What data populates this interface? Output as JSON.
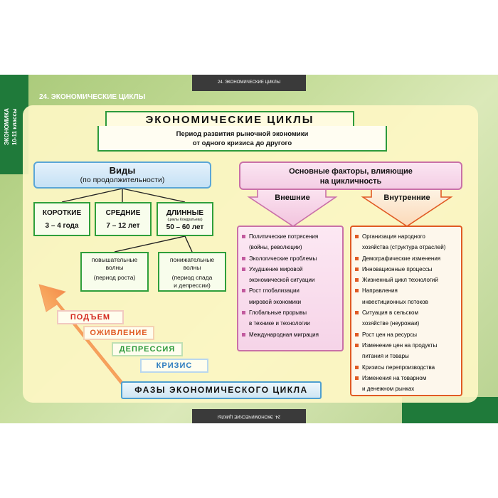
{
  "poster": {
    "spine_line1": "ЭКОНОМИКА",
    "spine_line2": "10-11 классы",
    "header_strip": "24. ЭКОНОМИЧЕСКИЕ ЦИКЛЫ",
    "poster_label": "24. ЭКОНОМИЧЕСКИЕ ЦИКЛЫ",
    "footer_strip": "24. ЭКОНОМИЧЕСКИЕ ЦИКЛЫ"
  },
  "main": {
    "title": "ЭКОНОМИЧЕСКИЕ ЦИКЛЫ",
    "subtitle_line1": "Период развития рыночной экономики",
    "subtitle_line2": "от одного кризиса до другого"
  },
  "types": {
    "title": "Виды",
    "subtitle": "(по продолжительности)",
    "short_name": "КОРОТКИЕ",
    "short_value": "3 – 4 года",
    "mid_name": "СРЕДНИЕ",
    "mid_value": "7 – 12 лет",
    "long_name": "ДЛИННЫЕ",
    "long_note": "(циклы Кондратьева)",
    "long_value": "50 – 60 лет",
    "wave_up_line1": "повышательные",
    "wave_up_line2": "волны",
    "wave_up_period": "(период роста)",
    "wave_down_line1": "понижательные",
    "wave_down_line2": "волны",
    "wave_down_period_line1": "(период спада",
    "wave_down_period_line2": "и депрессии)"
  },
  "factors": {
    "title_line1": "Основные факторы, влияющие",
    "title_line2": "на цикличность",
    "external_label": "Внешние",
    "internal_label": "Внутренние",
    "external_items": [
      {
        "text": "Политические потрясения",
        "bullet": true
      },
      {
        "text": "(войны, революции)",
        "bullet": false
      },
      {
        "text": "Экологические проблемы",
        "bullet": true
      },
      {
        "text": "Ухудшение мировой",
        "bullet": true
      },
      {
        "text": "экономической ситуации",
        "bullet": false
      },
      {
        "text": "Рост глобализации",
        "bullet": true
      },
      {
        "text": "мировой экономики",
        "bullet": false
      },
      {
        "text": "Глобальные прорывы",
        "bullet": true
      },
      {
        "text": "в технике и технологии",
        "bullet": false
      },
      {
        "text": "Международная миграция",
        "bullet": true
      }
    ],
    "internal_items": [
      {
        "text": "Организация народного",
        "bullet": true
      },
      {
        "text": "хозяйства (структура отраслей)",
        "bullet": false
      },
      {
        "text": "Демографические изменения",
        "bullet": true
      },
      {
        "text": "Инновационные процессы",
        "bullet": true
      },
      {
        "text": "Жизненный цикл технологий",
        "bullet": true
      },
      {
        "text": "Направления",
        "bullet": true
      },
      {
        "text": "инвестиционных потоков",
        "bullet": false
      },
      {
        "text": "Ситуация в сельском",
        "bullet": true
      },
      {
        "text": "хозяйстве (неурожаи)",
        "bullet": false
      },
      {
        "text": "Рост цен на ресурсы",
        "bullet": true
      },
      {
        "text": "Изменение цен на продукты",
        "bullet": true
      },
      {
        "text": "питания и товары",
        "bullet": false
      },
      {
        "text": "Кризисы перепроизводства",
        "bullet": true
      },
      {
        "text": "Изменения на товарном",
        "bullet": true
      },
      {
        "text": "и денежном рынках",
        "bullet": false
      }
    ]
  },
  "phases": {
    "rise": "ПОДЪЕМ",
    "revival": "ОЖИВЛЕНИЕ",
    "depression": "ДЕПРЕССИЯ",
    "crisis": "КРИЗИС",
    "title": "ФАЗЫ ЭКОНОМИЧЕСКОГО ЦИКЛА"
  },
  "colors": {
    "green": "#2d9a3c",
    "blue": "#5aa6d8",
    "pink": "#c970a8",
    "orange": "#e05a24",
    "red": "#d4271e"
  }
}
